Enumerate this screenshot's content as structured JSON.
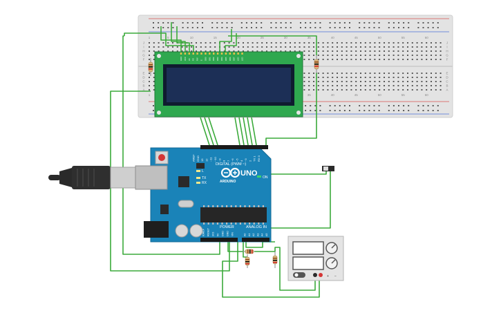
{
  "breadboard": {
    "row_letters_left": [
      "J",
      "I",
      "H",
      "G",
      "F"
    ],
    "row_letters_right": [
      "E",
      "D",
      "C",
      "B",
      "A"
    ],
    "col_numbers": [
      "1",
      "5",
      "10",
      "15",
      "20",
      "25",
      "30",
      "35",
      "40",
      "45",
      "50",
      "55",
      "60"
    ]
  },
  "lcd": {
    "pin_labels": [
      "GND",
      "VCC",
      "V0",
      "RS",
      "RW",
      "E",
      "DB0",
      "DB1",
      "DB2",
      "DB3",
      "DB4",
      "DB5",
      "DB6",
      "DB7",
      "LED",
      "LED"
    ]
  },
  "arduino": {
    "brand_text": "ARDUINO",
    "model_text": "UNO",
    "digital_header": "DIGITAL (PWM ~)",
    "digital_pins": [
      "AREF",
      "GND",
      "13",
      "12",
      "~11",
      "~10",
      "~9",
      "8",
      "7",
      "~6",
      "~5",
      "4",
      "~3",
      "2",
      "TX 1",
      "RX 0"
    ],
    "on_label": "ON",
    "tx_label": "TX",
    "rx_label": "RX",
    "l_label": "L",
    "power_header": "POWER",
    "analog_header": "ANALOG IN",
    "power_pins": [
      "IOREF",
      "RESET",
      "3V3",
      "5V",
      "GND",
      "GND",
      "VIN"
    ],
    "analog_pins": [
      "A0",
      "A1",
      "A2",
      "A3",
      "A4",
      "A5"
    ]
  },
  "power_supply": {
    "plus_label": "+",
    "minus_label": "−"
  },
  "colors": {
    "wire": "#3aaa3a",
    "breadboard": "#e3e3e3",
    "lcd_pcb": "#2fa84f",
    "lcd_screen": "#1c2f56",
    "arduino_pcb": "#1a83b8",
    "usb_cable": "#2a2a2a"
  }
}
